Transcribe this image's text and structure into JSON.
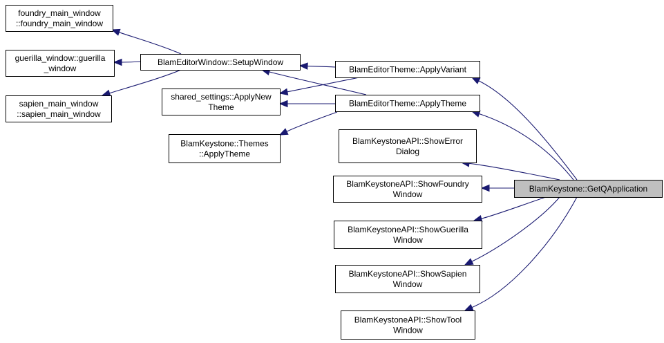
{
  "colors": {
    "edge": "#191970",
    "focus_fill": "#bfbfbf",
    "node_fill": "#ffffff",
    "node_border": "#000000"
  },
  "nodes": [
    {
      "id": "foundry_ctor",
      "lines": [
        "foundry_main_window",
        "::foundry_main_window"
      ]
    },
    {
      "id": "guerilla_ctor",
      "lines": [
        "guerilla_window::guerilla",
        "_window"
      ]
    },
    {
      "id": "sapien_ctor",
      "lines": [
        "sapien_main_window",
        "::sapien_main_window"
      ]
    },
    {
      "id": "setup_window",
      "lines": [
        "BlamEditorWindow::SetupWindow"
      ]
    },
    {
      "id": "apply_new_theme",
      "lines": [
        "shared_settings::ApplyNew",
        "Theme"
      ]
    },
    {
      "id": "themes_apply",
      "lines": [
        "BlamKeystone::Themes",
        "::ApplyTheme"
      ]
    },
    {
      "id": "apply_variant",
      "lines": [
        "BlamEditorTheme::ApplyVariant"
      ]
    },
    {
      "id": "apply_theme",
      "lines": [
        "BlamEditorTheme::ApplyTheme"
      ]
    },
    {
      "id": "show_error",
      "lines": [
        "BlamKeystoneAPI::ShowError",
        "Dialog"
      ]
    },
    {
      "id": "show_foundry",
      "lines": [
        "BlamKeystoneAPI::ShowFoundry",
        "Window"
      ]
    },
    {
      "id": "show_guerilla",
      "lines": [
        "BlamKeystoneAPI::ShowGuerilla",
        "Window"
      ]
    },
    {
      "id": "show_sapien",
      "lines": [
        "BlamKeystoneAPI::ShowSapien",
        "Window"
      ]
    },
    {
      "id": "show_tool",
      "lines": [
        "BlamKeystoneAPI::ShowTool",
        "Window"
      ]
    },
    {
      "id": "get_qapp",
      "lines": [
        "BlamKeystone::GetQApplication"
      ],
      "focus": true
    }
  ],
  "edges": [
    {
      "from": "setup_window",
      "to": "foundry_ctor"
    },
    {
      "from": "setup_window",
      "to": "guerilla_ctor"
    },
    {
      "from": "setup_window",
      "to": "sapien_ctor"
    },
    {
      "from": "apply_variant",
      "to": "setup_window"
    },
    {
      "from": "apply_variant",
      "to": "apply_new_theme"
    },
    {
      "from": "apply_theme",
      "to": "setup_window"
    },
    {
      "from": "apply_theme",
      "to": "apply_new_theme"
    },
    {
      "from": "apply_theme",
      "to": "themes_apply"
    },
    {
      "from": "get_qapp",
      "to": "apply_variant"
    },
    {
      "from": "get_qapp",
      "to": "apply_theme"
    },
    {
      "from": "get_qapp",
      "to": "show_error"
    },
    {
      "from": "get_qapp",
      "to": "show_foundry"
    },
    {
      "from": "get_qapp",
      "to": "show_guerilla"
    },
    {
      "from": "get_qapp",
      "to": "show_sapien"
    },
    {
      "from": "get_qapp",
      "to": "show_tool"
    }
  ]
}
